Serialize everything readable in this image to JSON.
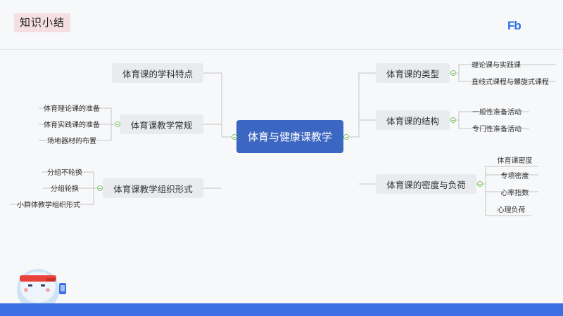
{
  "header": {
    "title": "知识小结",
    "logo": "Fb"
  },
  "mindmap": {
    "center": "体育与健康课教学",
    "left": [
      {
        "label": "体育课的学科特点",
        "children": []
      },
      {
        "label": "体育课教学常规",
        "children": [
          "体育理论课的准备",
          "体育实践课的准备",
          "场地器材的布置"
        ]
      },
      {
        "label": "体育课教学组织形式",
        "children": [
          "分组不轮换",
          "分组轮换",
          "小群体教学组织形式"
        ]
      }
    ],
    "right": [
      {
        "label": "体育课的类型",
        "children": [
          "理论课与实践课",
          "直线式课程与螺旋式课程"
        ]
      },
      {
        "label": "体育课的结构",
        "children": [
          "一般性准备活动",
          "专门性准备活动"
        ]
      },
      {
        "label": "体育课的密度与负荷",
        "children": [
          "体育课密度",
          "专项密度",
          "心率指数",
          "心理负荷"
        ]
      }
    ]
  },
  "colors": {
    "center": "#3b66c2",
    "accent_bar": "#3b6fe3",
    "toggle": "#7cc46a",
    "title_bg": "#f6dfe3"
  }
}
